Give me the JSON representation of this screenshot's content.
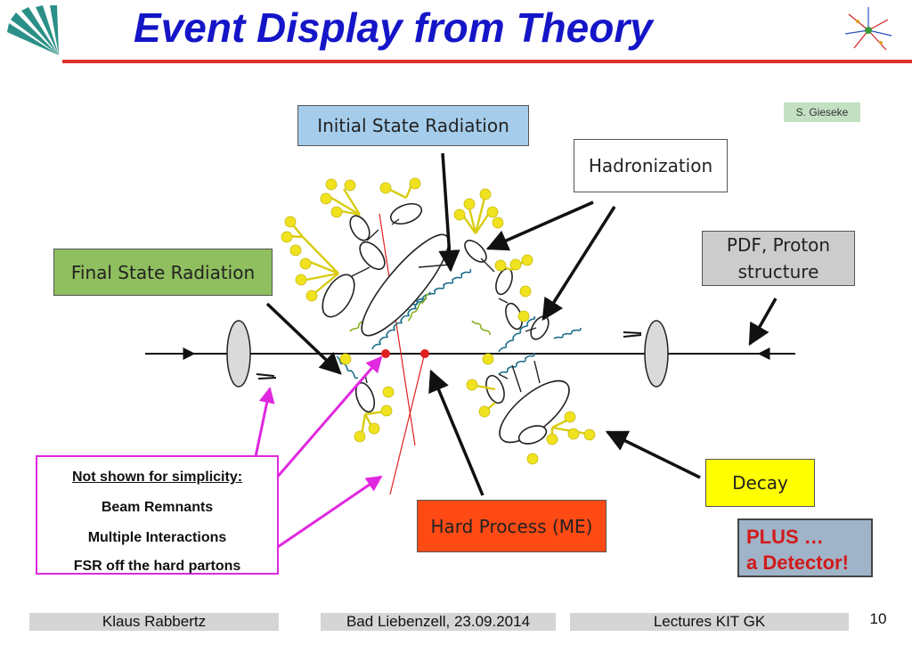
{
  "header": {
    "title": "Event Display from Theory"
  },
  "credit": "S. Gieseke",
  "labels": {
    "isr": "Initial State Radiation",
    "hadronization": "Hadronization",
    "fsr": "Final State Radiation",
    "pdf_line1": "PDF, Proton",
    "pdf_line2": "structure",
    "decay": "Decay",
    "hard_process": "Hard Process (ME)"
  },
  "note": {
    "heading": "Not shown for simplicity:",
    "items": [
      "Beam Remnants",
      "Multiple Interactions",
      "FSR off the hard partons"
    ]
  },
  "plus": {
    "line1": "PLUS …",
    "line2": "a Detector!"
  },
  "footer": {
    "author": "Klaus Rabbertz",
    "place_date": "Bad Liebenzell, 23.09.2014",
    "course": "Lectures KIT GK",
    "page": "10"
  },
  "colors": {
    "title": "#1515c8",
    "rule": "#e0312b",
    "isr": "#a5cdeb",
    "fsr": "#8fbf5e",
    "pdf": "#cccccc",
    "decay": "#ffff00",
    "hard_process": "#ff4a14",
    "note_border": "#e028e0",
    "hadron": "#f0e21e",
    "gluon_blue": "#1f6f8b",
    "gluon_green": "#8ab020"
  }
}
